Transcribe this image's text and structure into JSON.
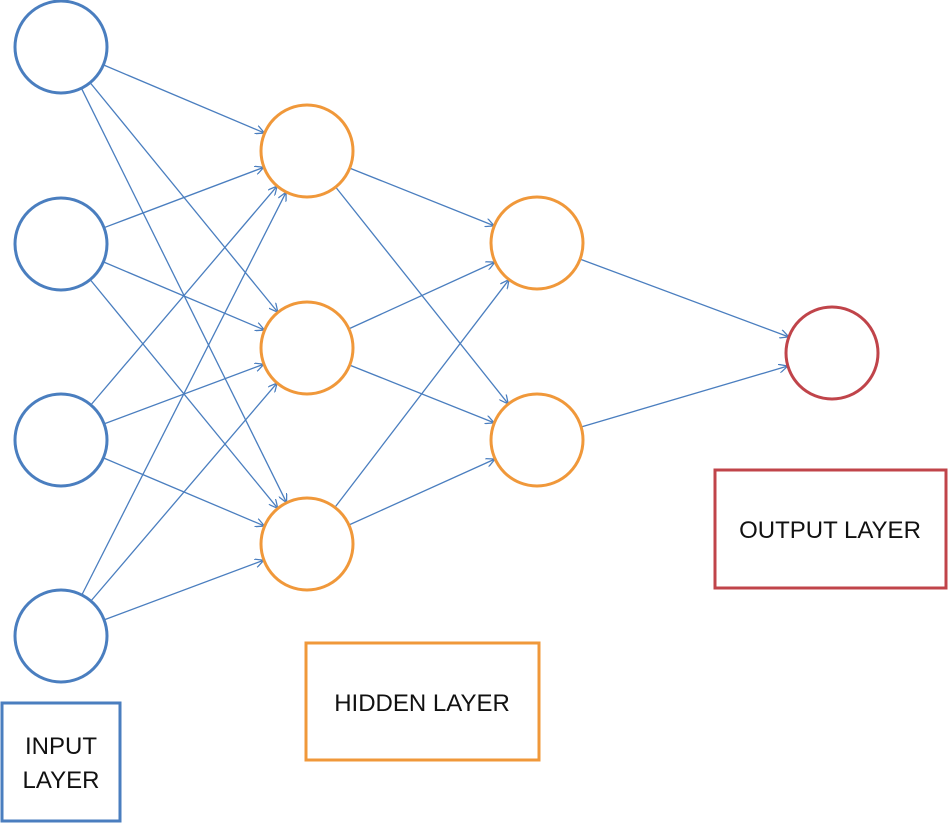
{
  "colors": {
    "input": "#4a7ebf",
    "hidden": "#f0983a",
    "output": "#c0444a",
    "edge": "#4a7ebf"
  },
  "labels": {
    "input_line1": "INPUT",
    "input_line2": "LAYER",
    "hidden": "HIDDEN LAYER",
    "output": "OUTPUT LAYER"
  },
  "network": {
    "layers": [
      {
        "name": "input",
        "nodes": 4
      },
      {
        "name": "hidden-1",
        "nodes": 3
      },
      {
        "name": "hidden-2",
        "nodes": 2
      },
      {
        "name": "output",
        "nodes": 1
      }
    ],
    "connections": "fully-connected"
  }
}
